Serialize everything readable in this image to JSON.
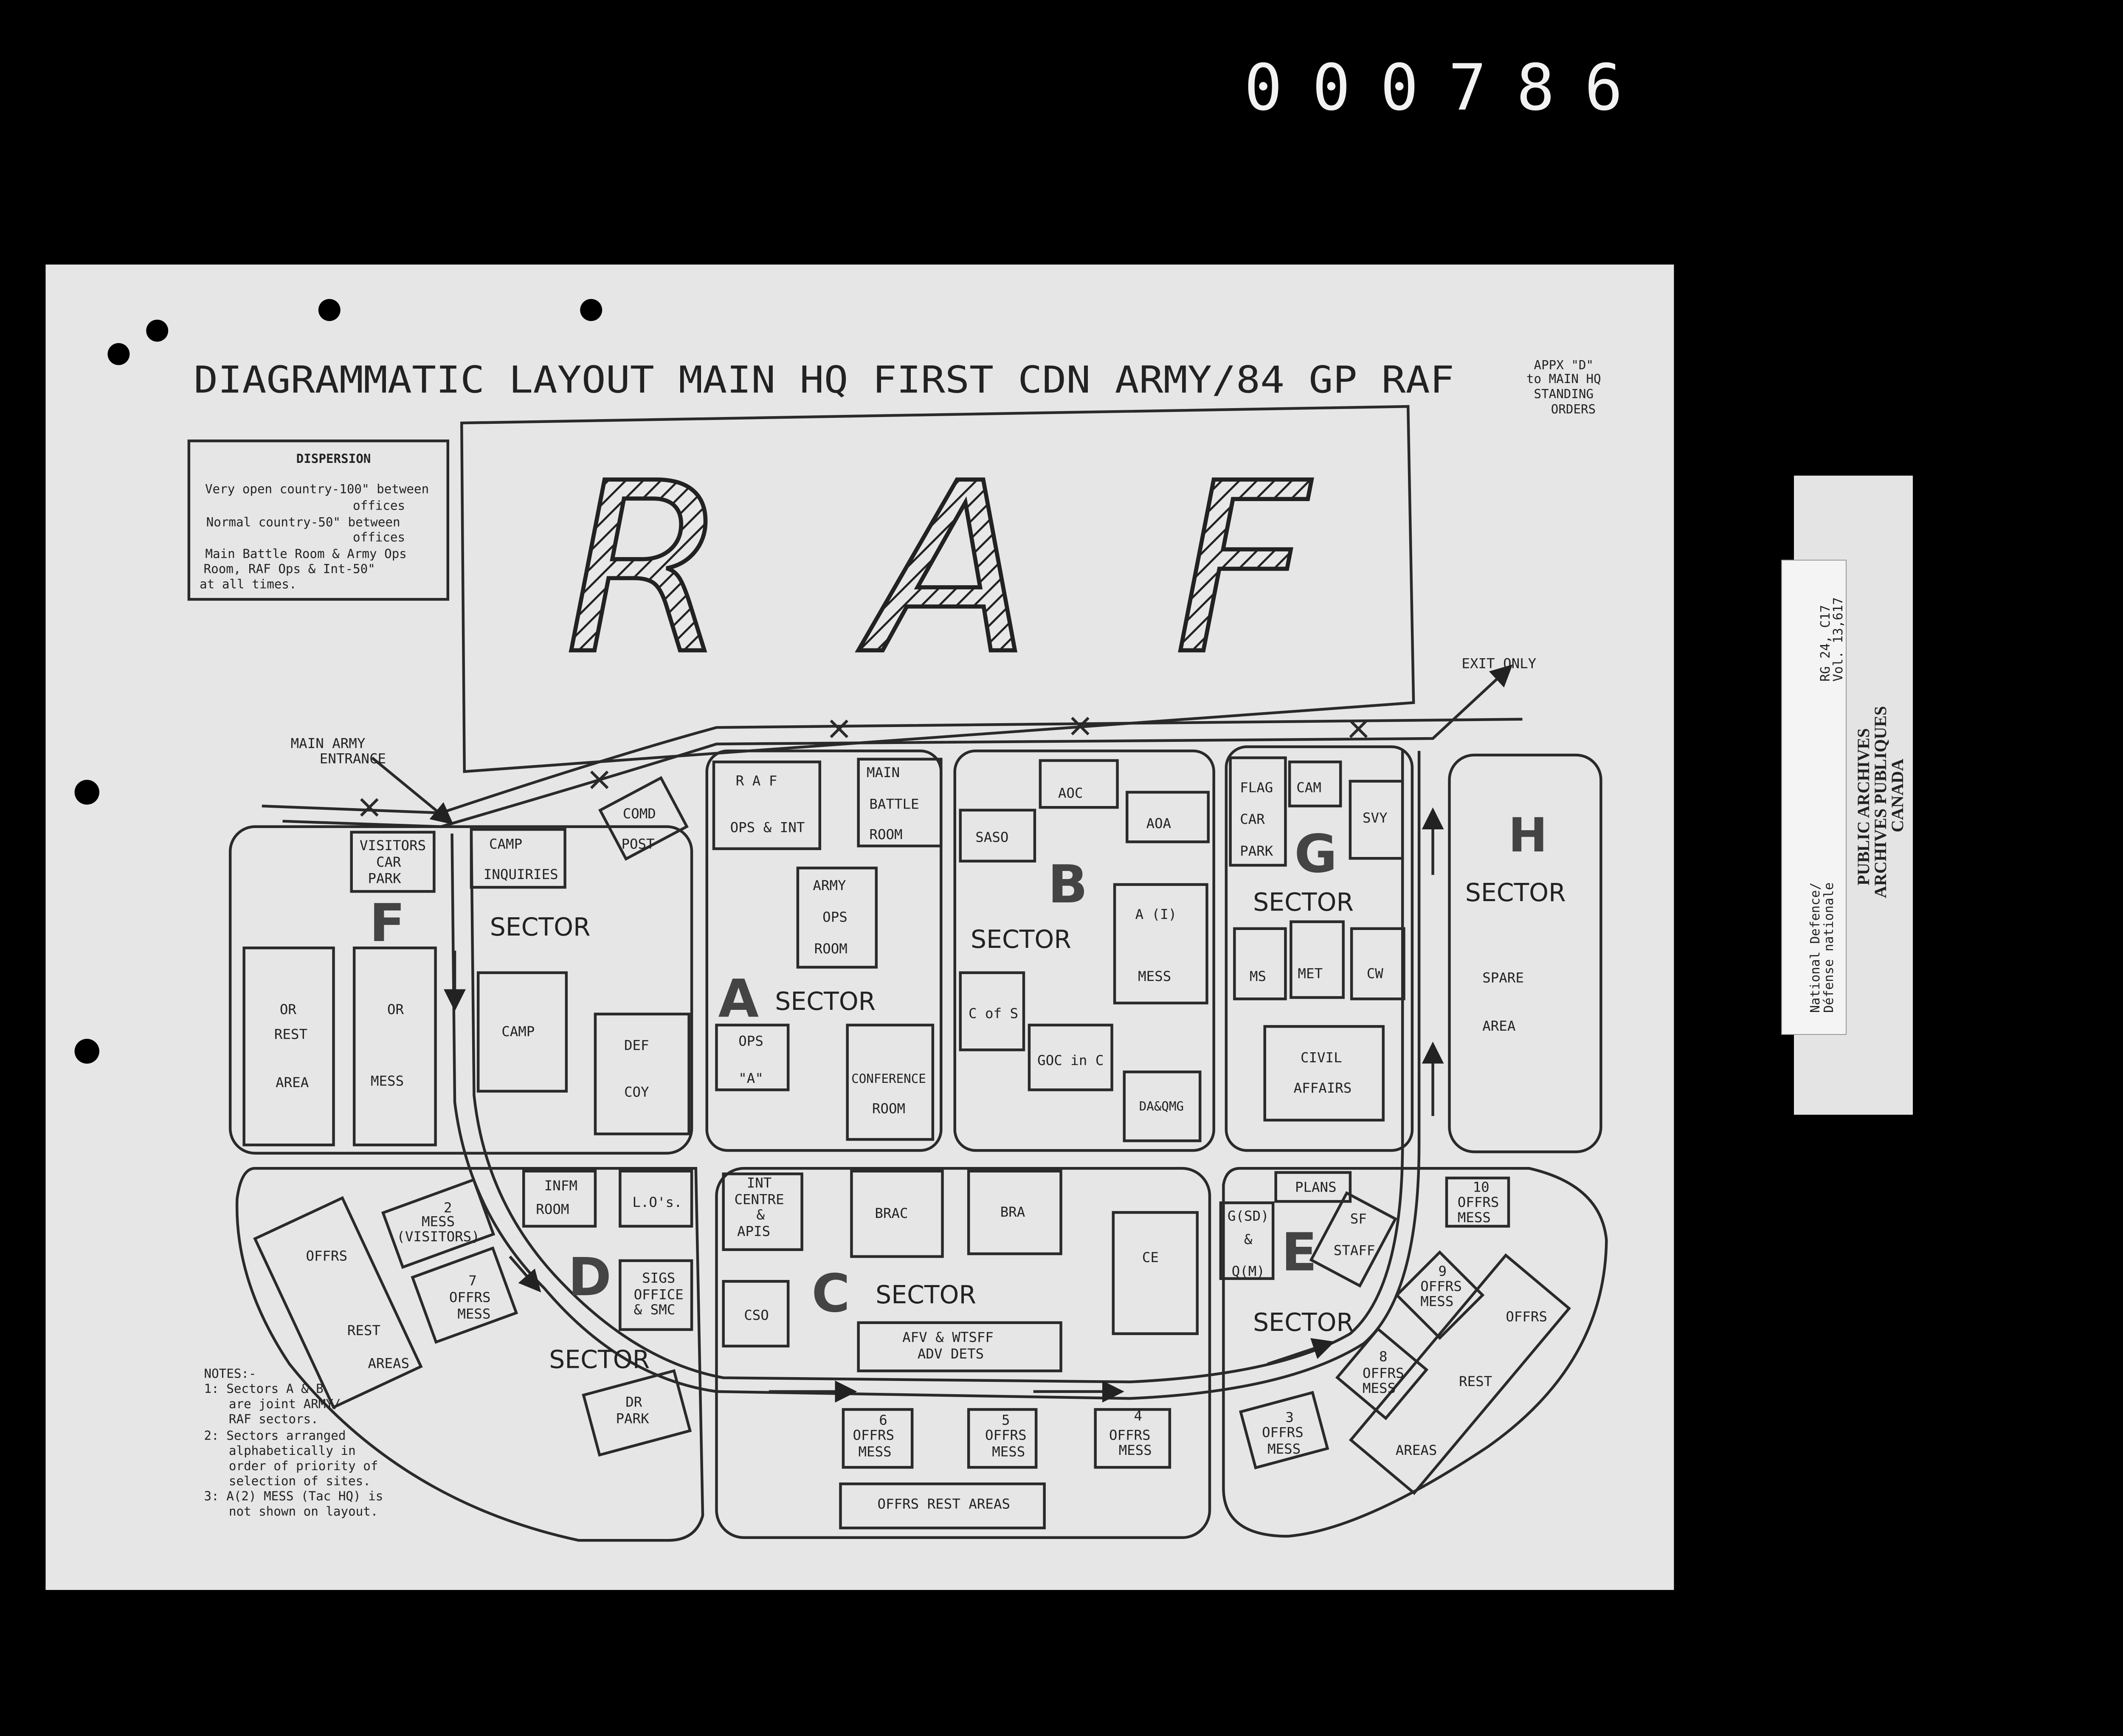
{
  "frame_number": "000786",
  "title": "DIAGRAMMATIC LAYOUT MAIN HQ FIRST CDN ARMY/84 GP RAF",
  "appendix_note": [
    "APPX \"D\"",
    "to MAIN HQ",
    "STANDING",
    "ORDERS"
  ],
  "raf_banner": "RAF",
  "dispersion": {
    "heading": "DISPERSION",
    "lines": [
      "Very open country-100\" between",
      "offices",
      "Normal country-50\" between",
      "offices",
      "Main Battle Room & Army Ops",
      "Room, RAF Ops & Int-50\"",
      "at all times."
    ]
  },
  "road_labels": {
    "main_entrance": [
      "MAIN ARMY",
      "ENTRANCE"
    ],
    "exit": "EXIT ONLY"
  },
  "sectors": {
    "F": {
      "letter": "F",
      "word": "SECTOR"
    },
    "A": {
      "letter": "A",
      "word": "SECTOR"
    },
    "B": {
      "letter": "B",
      "word": "SECTOR"
    },
    "G": {
      "letter": "G",
      "word": "SECTOR"
    },
    "H": {
      "letter": "H",
      "word": "SECTOR"
    },
    "D": {
      "letter": "D",
      "word": "SECTOR"
    },
    "C": {
      "letter": "C",
      "word": "SECTOR"
    },
    "E": {
      "letter": "E",
      "word": "SECTOR"
    }
  },
  "buildings": {
    "visitors_car_park": [
      "VISITORS",
      "CAR",
      "PARK"
    ],
    "camp_inquiries": [
      "CAMP",
      "INQUIRIES"
    ],
    "comd_post": [
      "COMD",
      "POST"
    ],
    "or_rest_area": [
      "OR",
      "REST",
      "AREA"
    ],
    "or_mess": [
      "OR",
      "MESS"
    ],
    "camp": [
      "CAMP"
    ],
    "def_coy": [
      "DEF",
      "COY"
    ],
    "raf_ops_int": [
      "R A F",
      "OPS & INT"
    ],
    "main_battle_room": [
      "MAIN",
      "BATTLE",
      "ROOM"
    ],
    "army_ops_room": [
      "ARMY",
      "OPS",
      "ROOM"
    ],
    "ops_a": [
      "OPS",
      "\"A\""
    ],
    "conference_room": [
      "CONFERENCE",
      "ROOM"
    ],
    "aoc": [
      "AOC"
    ],
    "saso": [
      "SASO"
    ],
    "aoa": [
      "AOA"
    ],
    "a1_mess": [
      "A (I)",
      "MESS"
    ],
    "c_of_s": [
      "C of S"
    ],
    "goc_in_c": [
      "GOC in C"
    ],
    "da_qmg": [
      "DA&QMG"
    ],
    "flag_car_park": [
      "FLAG",
      "CAR",
      "PARK"
    ],
    "cam": [
      "CAM"
    ],
    "svy": [
      "SVY"
    ],
    "ms": [
      "MS"
    ],
    "met": [
      "MET"
    ],
    "cw": [
      "CW"
    ],
    "civil_affairs": [
      "CIVIL",
      "AFFAIRS"
    ],
    "spare_area": [
      "SPARE",
      "AREA"
    ],
    "offrs_rest_areas_d": [
      "OFFRS",
      "REST",
      "AREAS"
    ],
    "mess_visitors": [
      "2",
      "MESS",
      "(VISITORS)"
    ],
    "offrs_mess_7": [
      "7",
      "OFFRS",
      "MESS"
    ],
    "infm_room": [
      "INFM",
      "ROOM"
    ],
    "los": [
      "L.O's."
    ],
    "sigs_office": [
      "SIGS",
      "OFFICE",
      "& SMC"
    ],
    "dr_park": [
      "DR",
      "PARK"
    ],
    "int_centre": [
      "INT",
      "CENTRE",
      "&",
      "APIS"
    ],
    "brac": [
      "BRAC"
    ],
    "bra": [
      "BRA"
    ],
    "ce": [
      "CE"
    ],
    "cso": [
      "CSO"
    ],
    "afv_wtsff": [
      "AFV & WTSFF",
      "ADV DETS"
    ],
    "offrs_mess_6": [
      "6",
      "OFFRS",
      "MESS"
    ],
    "offrs_mess_5": [
      "5",
      "OFFRS",
      "MESS"
    ],
    "offrs_mess_4": [
      "4",
      "OFFRS",
      "MESS"
    ],
    "offrs_rest_areas_c": [
      "OFFRS   REST   AREAS"
    ],
    "plans": [
      "PLANS"
    ],
    "gsd_qm": [
      "G(SD)",
      "&",
      "Q(M)"
    ],
    "sf_staff": [
      "SF",
      "STAFF"
    ],
    "offrs_mess_10": [
      "10",
      "OFFRS",
      "MESS"
    ],
    "offrs_mess_9": [
      "9",
      "OFFRS",
      "MESS"
    ],
    "offrs_mess_8": [
      "8",
      "OFFRS",
      "MESS"
    ],
    "offrs_mess_3": [
      "3",
      "OFFRS",
      "MESS"
    ],
    "offrs_rest_areas_e": [
      "OFFRS",
      "REST",
      "AREAS"
    ]
  },
  "notes": [
    "NOTES:-",
    "1: Sectors A & B",
    "are joint ARMY/",
    "RAF sectors.",
    "2: Sectors arranged",
    "alphabetically in",
    "order of priority of",
    "selection of sites.",
    "3: A(2) MESS (Tac HQ) is",
    "not shown on layout."
  ],
  "archive_label": {
    "ref_line_1": "RG 24, C17",
    "ref_line_2": "Vol. 13,617",
    "dept_line_1": "National Defence/",
    "dept_line_2": "Défense nationale",
    "stamp_1": "PUBLIC ARCHIVES",
    "stamp_2": "ARCHIVES PUBLIQUES",
    "stamp_3": "CANADA"
  }
}
